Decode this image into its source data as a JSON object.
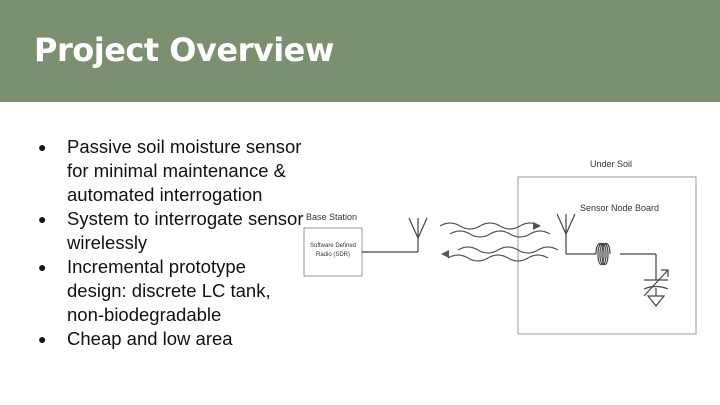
{
  "slide": {
    "title": "Project Overview",
    "bullets": [
      "Passive soil moisture sensor for minimal maintenance & automated interrogation",
      "System to interrogate sensor wirelessly",
      "Incremental prototype design: discrete LC tank, non-biodegradable",
      "Cheap and low area"
    ]
  },
  "diagram": {
    "under_soil_label": "Under Soil",
    "base_station_label": "Base Station",
    "sdr_label_line1": "Software Defined",
    "sdr_label_line2": "Radio (SDR)",
    "sensor_node_label": "Sensor Node Board"
  },
  "colors": {
    "banner": "#7b9070",
    "title_text": "#ffffff"
  }
}
